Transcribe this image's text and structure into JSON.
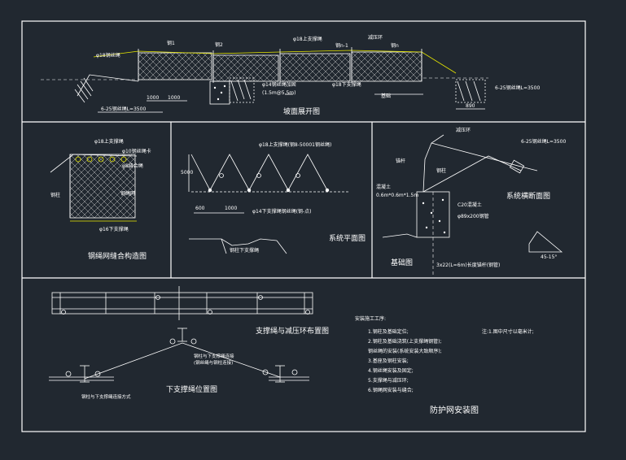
{
  "sheet": {
    "title": "防护网安装图"
  },
  "views": {
    "elevation": {
      "title": "坡面展开图",
      "labels": {
        "rope_top": "φ18上支撑绳",
        "rope_left": "φ18钢丝绳",
        "anchor_left": "6-25钢丝绳L=3500",
        "mark1": "钢1",
        "mark2": "钢2",
        "mark3": "钢n-1",
        "brace": "减压环",
        "markn": "钢n",
        "bottom_note1": "φ14钢丝绳加固",
        "bottom_note2": "(1.5m@5.5m)",
        "rope_bottom": "φ18下支撑绳",
        "base": "基础",
        "anchor_right": "6-25钢丝绳L=3500",
        "dim1": "1000",
        "dim2": "1000",
        "dim3": "890"
      }
    },
    "mesh_detail": {
      "title": "钢绳网缝合构造图",
      "labels": {
        "top_rope": "φ18上支撑绳",
        "clip": "φ10钢丝绳卡",
        "sew_rope": "φ8缝合绳",
        "net": "钢绳网",
        "post": "钢柱",
        "bottom_rope": "φ16下支撑绳"
      }
    },
    "plan": {
      "title": "系统平面图",
      "labels": {
        "rope": "φ18上支撑绳(钢8-50001钢丝绳)",
        "sub": "φ14下支撑绳钢丝绳(钢-点)",
        "dim_a": "600",
        "dim_b": "1000",
        "dim_c": "5000",
        "bottom": "钢柱下支撑绳"
      }
    },
    "section": {
      "title": "系统横断面图",
      "foundation_title": "基础图",
      "labels": {
        "brace": "减压环",
        "anchor": "6-25钢丝绳L=3500",
        "post": "钢柱",
        "concrete": "混凝土",
        "size": "0.6m*0.6m*1.5m",
        "bolt": "锚杆",
        "grout": "C20混凝土",
        "pipe": "φ89x200钢管",
        "angle": "45-15°",
        "note": "3x22(L=6m)长度锚杆(钢管)"
      }
    },
    "upper_rope": {
      "title": "支撑绳与减压环布置图"
    },
    "lower_rope": {
      "title": "下支撑绳位置图",
      "labels": {
        "left": "钢柱与下支撑绳连接方式",
        "right1": "钢柱与下支撑绳连接",
        "right2": "(钢丝绳与钢柱连接)"
      }
    },
    "notes": {
      "heading": "安装施工工序:",
      "items": [
        "1.钢柱及基础定位;",
        "2.钢柱及基础浇筑(上支撑绳钢管);",
        "   钢丝绳的安装(系统安装大致顺序);",
        "3.基座及钢柱安装;",
        "4.钢丝绳安装及固定;",
        "5.支撑绳与减压环;",
        "6.钢绳网安装与缝合;"
      ],
      "remark": "注:1.图中尺寸以毫米计;"
    }
  }
}
